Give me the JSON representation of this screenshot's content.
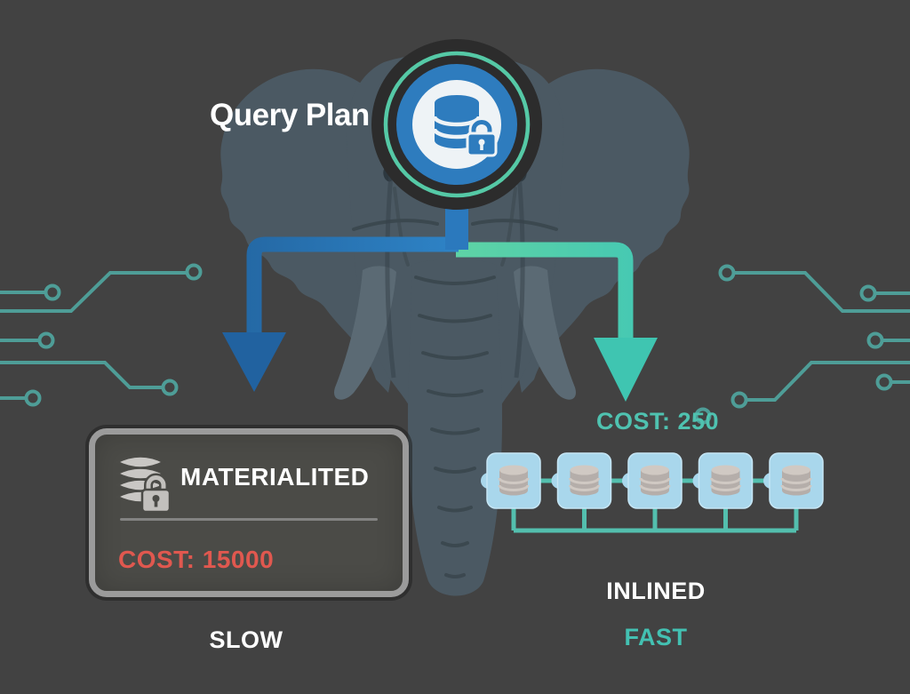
{
  "title": "Query Plan",
  "badge": {
    "icon": "database-lock-icon"
  },
  "left_branch": {
    "label": "MATERIALITED",
    "cost": "COST: 15000",
    "verdict": "SLOW",
    "icon": "layers-lock-icon",
    "arrow_color": "#2e7fc4",
    "cost_color": "#e0584f"
  },
  "right_branch": {
    "cost": "COST: 250",
    "label": "INLINED",
    "verdict": "FAST",
    "node_count": 5,
    "node_icon": "database-icon",
    "arrow_color": "#4ecbb0",
    "cost_color": "#4fc2b0"
  },
  "colors": {
    "background": "#424242",
    "elephant": "#4b5963",
    "teal_ring": "#55c9a6",
    "badge_blue": "#2e7cbe",
    "node_fill": "#a9d7ec",
    "circuit": "#4e9d97",
    "box_border": "#9b9b9b",
    "box_fill": "#4b4b47"
  }
}
